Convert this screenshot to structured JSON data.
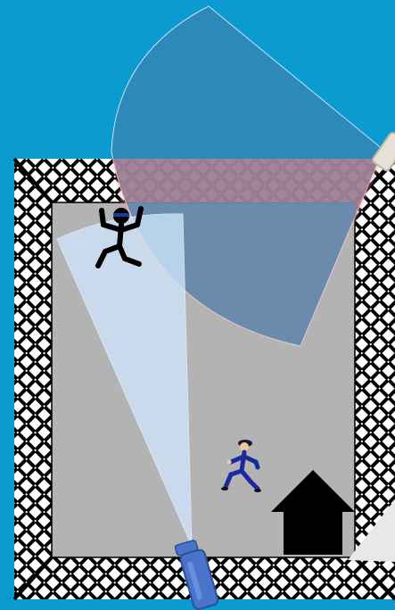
{
  "scene": {
    "name": "security-camera-stealth-level",
    "colors": {
      "background": "#0b9bd0",
      "floor": "#b3b3b3",
      "wall_hatch_fg": "#000000",
      "wall_hatch_bg": "#ffffff",
      "camera_cone": "#cfe6fb",
      "camera_body": "#4a74c9",
      "searchlight_cone": "#2f88b8",
      "alert_overlay": "#ff6b6b",
      "guard": "#1a2a9c",
      "thief": "#000000",
      "exit_house": "#000000"
    },
    "entities": [
      {
        "type": "thief",
        "icon": "thief-icon",
        "state": "jumping"
      },
      {
        "type": "guard",
        "icon": "guard-icon",
        "state": "running"
      },
      {
        "type": "camera",
        "icon": "camera-icon",
        "state": "sweeping"
      },
      {
        "type": "searchlight",
        "icon": "searchlight-icon",
        "state": "sweeping"
      },
      {
        "type": "exit",
        "icon": "house-icon"
      }
    ]
  }
}
